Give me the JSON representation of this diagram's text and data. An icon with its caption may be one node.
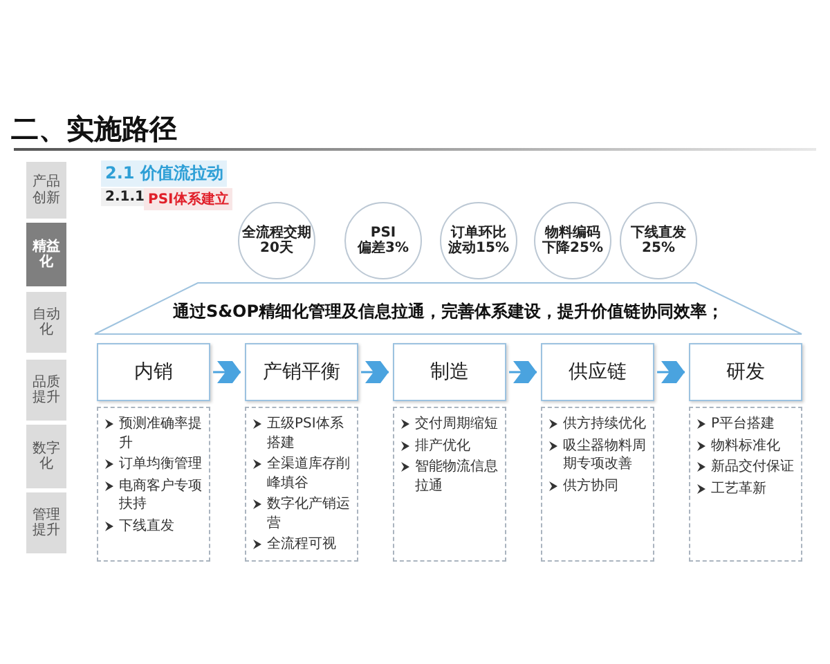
{
  "diagram": {
    "title": "二、实施路径",
    "nodes": [
      {
        "text": [
          "产品创新"
        ]
      },
      {
        "text": [
          "精益化"
        ]
      },
      {
        "text": [
          "自动化"
        ]
      },
      {
        "text": [
          "品质提升"
        ]
      },
      {
        "text": [
          "数字化"
        ]
      },
      {
        "text": [
          "管理提升"
        ]
      },
      {
        "text": [
          "全流程交期",
          "20天"
        ]
      },
      {
        "text": [
          "PSI",
          "偏差3%"
        ]
      },
      {
        "text": [
          "订单环比",
          "波动15%"
        ]
      },
      {
        "text": [
          "物料编码",
          "下降25%"
        ]
      },
      {
        "text": [
          "下线直发",
          "25%"
        ]
      },
      {
        "text": [
          "通过S&OP精细化管理及信息拉通，完善体系建设，提升价值链协同效率；"
        ]
      },
      {
        "text": [
          "内销"
        ]
      },
      {
        "text": [
          "产销平衡"
        ]
      },
      {
        "text": [
          "制造"
        ]
      },
      {
        "text": [
          "供应链"
        ]
      },
      {
        "text": [
          "研发"
        ]
      },
      {
        "text": [
          "预测准确率提升",
          "订单均衡管理",
          "电商客户专项扶持",
          "下线直发"
        ]
      },
      {
        "text": [
          "五级PSI体系搭建",
          "全渠道库存削峰填谷",
          "数字化产销运营",
          "全流程可视"
        ]
      },
      {
        "text": [
          "交付周期缩短",
          "排产优化",
          "智能物流信息拉通"
        ]
      },
      {
        "text": [
          "供方持续优化",
          "吸尘器物料周期专项改善",
          "供方协同"
        ]
      },
      {
        "text": [
          "P平台搭建",
          "物料标准化",
          "新品交付保证",
          "工艺革新"
        ]
      }
    ],
    "edges": [
      {
        "from": 12,
        "to": 13,
        "arrow": "to"
      },
      {
        "from": 13,
        "to": 14,
        "arrow": "to"
      },
      {
        "from": 14,
        "to": 15,
        "arrow": "to"
      },
      {
        "from": 15,
        "to": 16,
        "arrow": "to"
      }
    ],
    "labels": [
      "2.1 价值流拉动",
      "2.1.1",
      "PSI体系建立"
    ]
  }
}
